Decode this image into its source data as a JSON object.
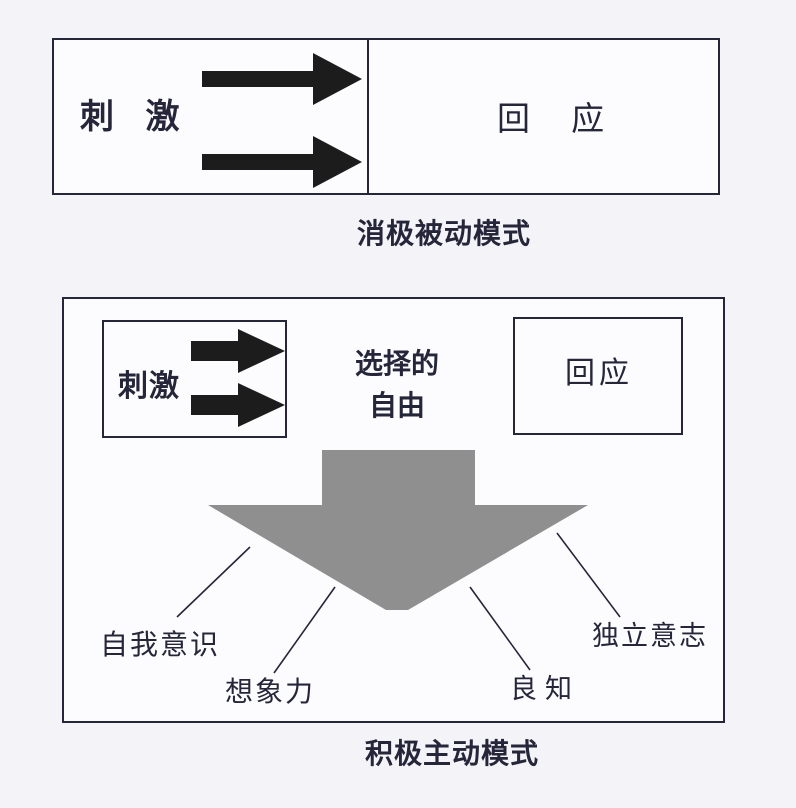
{
  "figure": {
    "description_names": {
      "top_model": "reactive-model-diagram",
      "bottom_model": "proactive-model-diagram"
    }
  },
  "colors": {
    "page_background": "#f3f3f8",
    "box_background": "#fcfcfe",
    "line_color": "#26263a",
    "black_arrow": "#1c1c1c",
    "gray_arrow": "#8f8f8f",
    "text_color": "#26263a"
  },
  "reactive_model": {
    "stimulus_label": "刺 激",
    "response_label": "回 应",
    "caption": "消极被动模式"
  },
  "proactive_model": {
    "stimulus_label": "刺激",
    "freedom_line1": "选择的",
    "freedom_line2": "自由",
    "response_label": "回应",
    "endowments": [
      {
        "label": "自我意识"
      },
      {
        "label": "想象力"
      },
      {
        "label": "良知"
      },
      {
        "label": "独立意志"
      }
    ],
    "caption": "积极主动模式"
  }
}
